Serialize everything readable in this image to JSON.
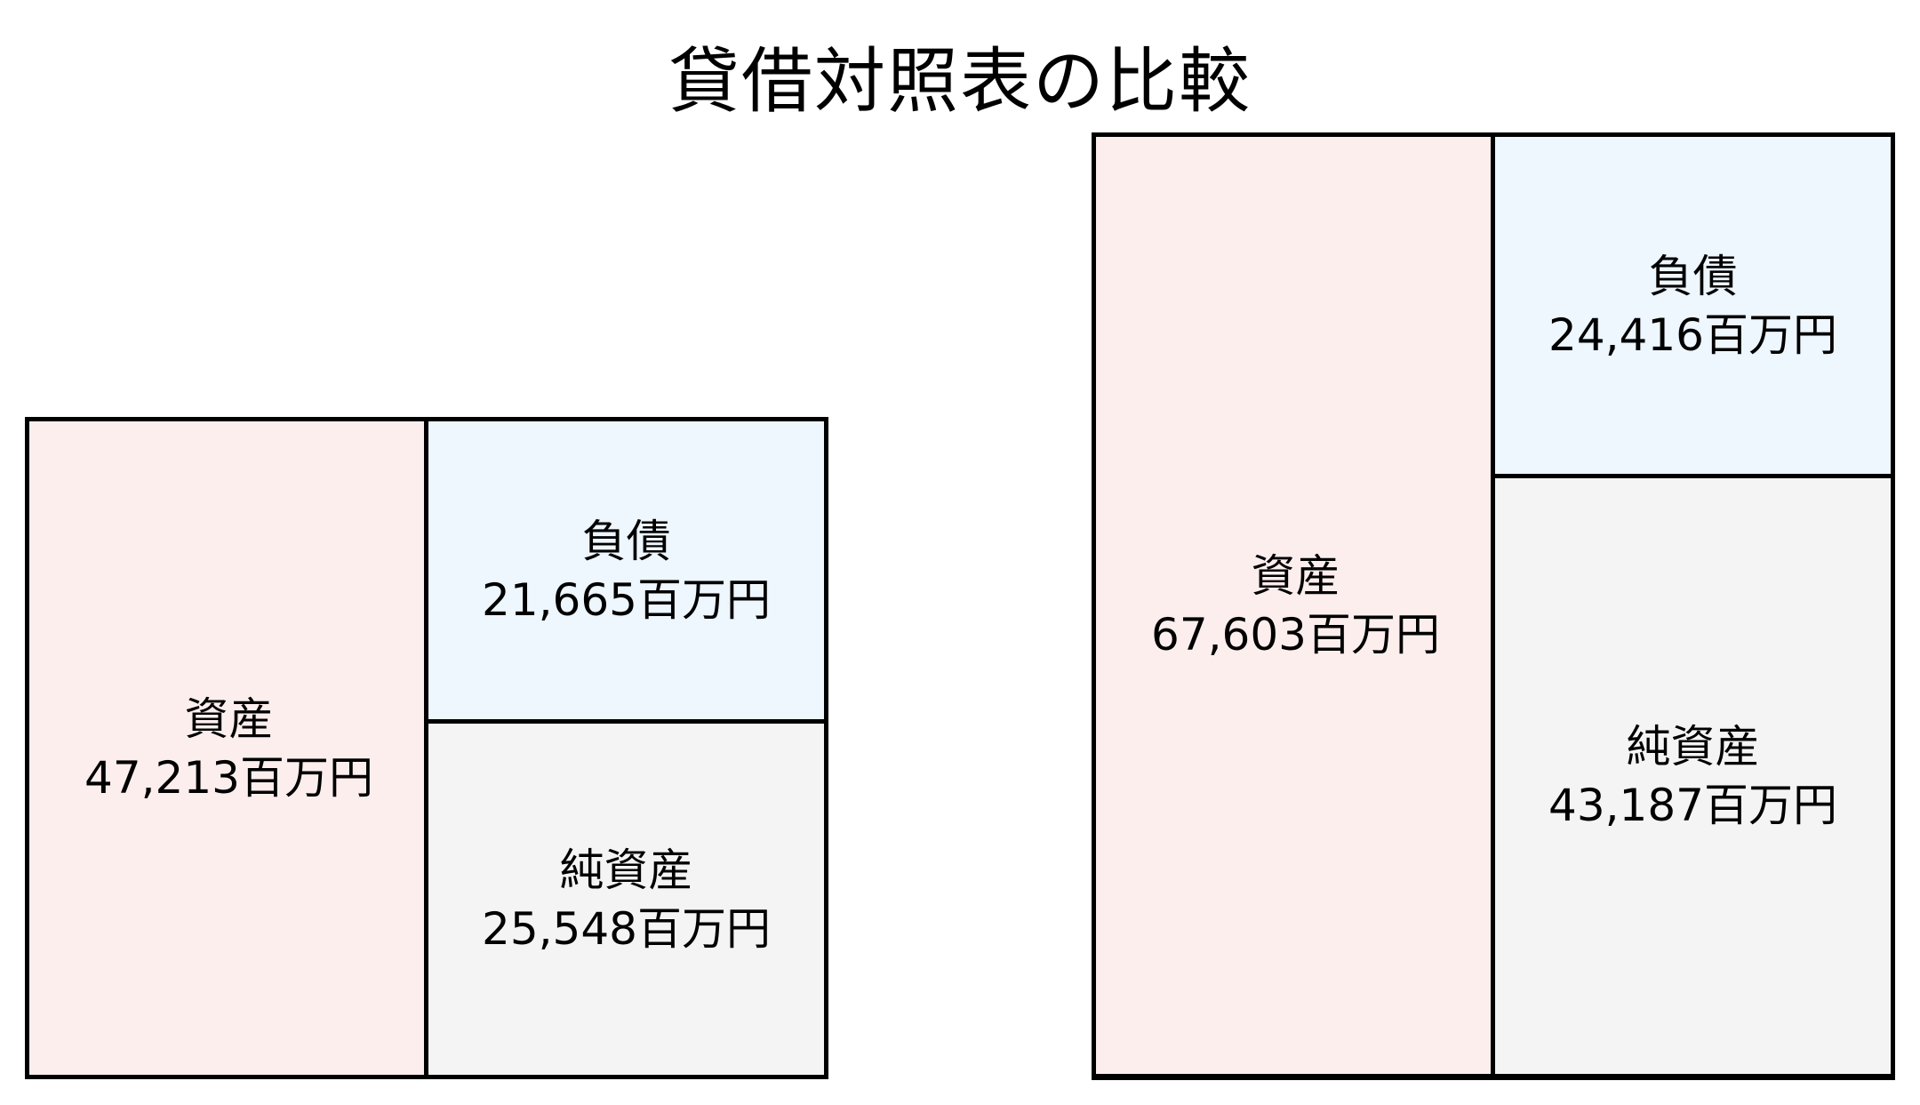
{
  "title": "貸借対照表の比較",
  "colors": {
    "assets_fill": "#FDEEEE",
    "liabilities_fill": "#EEF6FE",
    "net_assets_fill": "#F4F4F4",
    "border": "#000000",
    "text": "#000000"
  },
  "left": {
    "assets": {
      "label": "資産",
      "value": "47,213百万円"
    },
    "liabilities": {
      "label": "負債",
      "value": "21,665百万円"
    },
    "net_assets": {
      "label": "純資産",
      "value": "25,548百万円"
    }
  },
  "right": {
    "assets": {
      "label": "資産",
      "value": "67,603百万円"
    },
    "liabilities": {
      "label": "負債",
      "value": "24,416百万円"
    },
    "net_assets": {
      "label": "純資産",
      "value": "43,187百万円"
    }
  },
  "chart_data": {
    "type": "table",
    "title": "貸借対照表の比較",
    "unit": "百万円",
    "categories": [
      "資産",
      "負債",
      "純資産"
    ],
    "series": [
      {
        "name": "left",
        "values": [
          47213,
          21665,
          25548
        ]
      },
      {
        "name": "right",
        "values": [
          67603,
          24416,
          43187
        ]
      }
    ],
    "layout": "Two balance-sheet box diagrams side by side; box heights proportional to total assets; left column = 資産, right column split into 負債 (top) and 純資産 (bottom)"
  }
}
